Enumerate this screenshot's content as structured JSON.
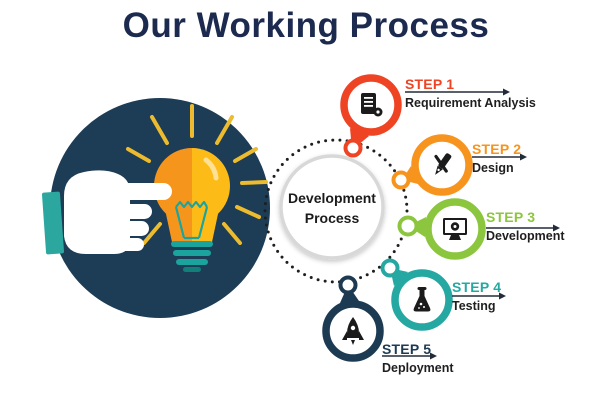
{
  "title": "Our Working Process",
  "title_color": "#1b2a4e",
  "center_circle": {
    "line1": "Development",
    "line2": "Process"
  },
  "steps": [
    {
      "label": "STEP 1",
      "name": "Requirement Analysis",
      "color": "#ee4424",
      "icon": "document-icon"
    },
    {
      "label": "STEP 2",
      "name": "Design",
      "color": "#f7941e",
      "icon": "design-pen-icon"
    },
    {
      "label": "STEP 3",
      "name": "Development",
      "color": "#8cc63e",
      "icon": "monitor-gear-icon"
    },
    {
      "label": "STEP 4",
      "name": "Testing",
      "color": "#25a8a2",
      "icon": "flask-icon"
    },
    {
      "label": "STEP 5",
      "name": "Deployment",
      "color": "#1d3a53",
      "icon": "rocket-icon"
    }
  ],
  "illustration": {
    "name": "hand-pointing-at-lightbulb",
    "circle_color": "#1d3c55",
    "bulb_left_color": "#f6951c",
    "bulb_right_color": "#fdbb17",
    "bulb_base_color": "#1ba49e",
    "cuff_color": "#2ba7a0",
    "ray_color": "#ecbb2e"
  }
}
